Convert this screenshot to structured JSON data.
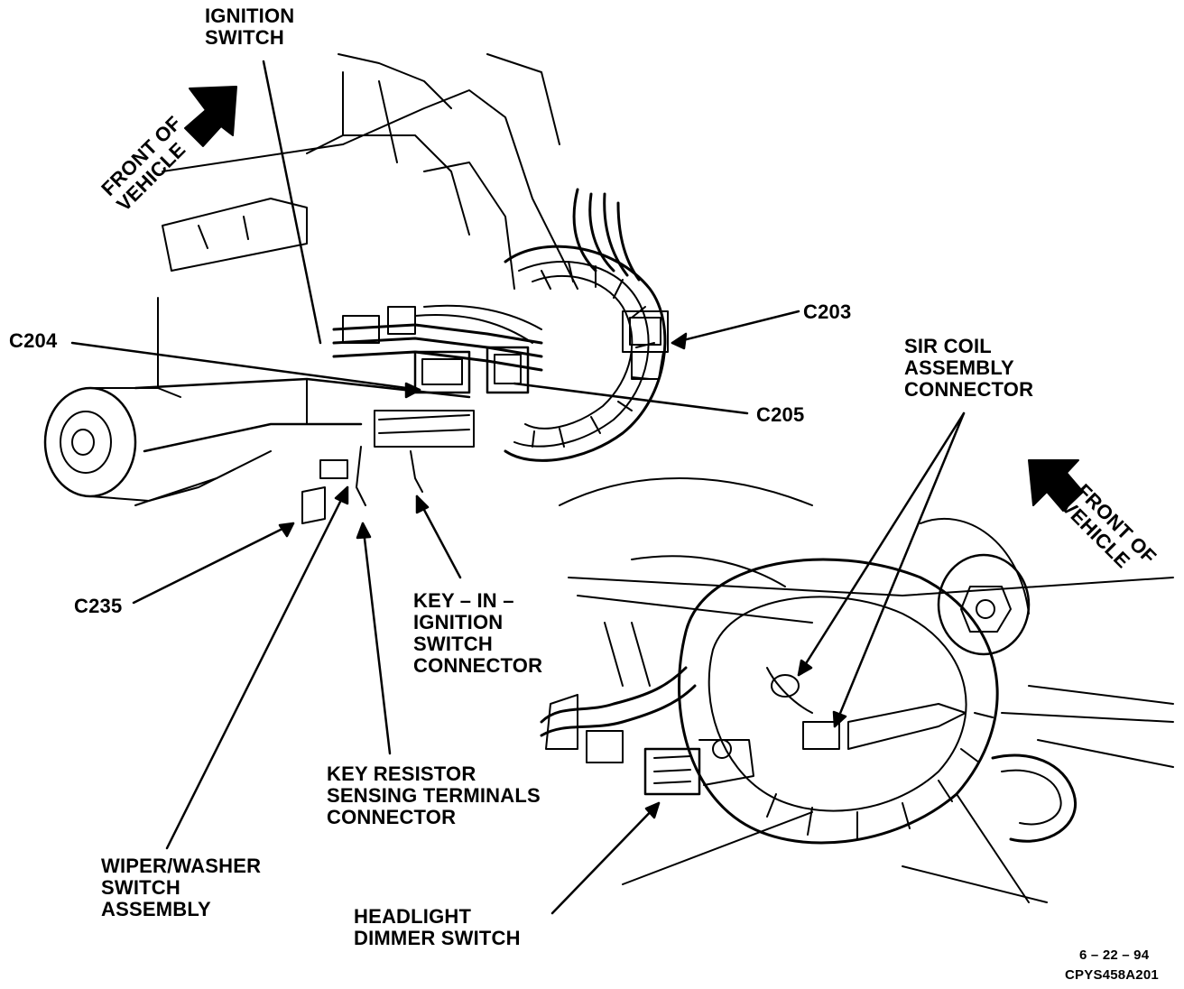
{
  "labels": {
    "ignition_switch": "IGNITION\nSWITCH",
    "front_of_vehicle_top": "FRONT OF\nVEHICLE",
    "c203": "C203",
    "c204": "C204",
    "c205": "C205",
    "c235": "C235",
    "sir_coil": "SIR COIL\nASSEMBLY\nCONNECTOR",
    "front_of_vehicle_right": "FRONT OF\nVEHICLE",
    "key_in_ignition": "KEY – IN –\nIGNITION\nSWITCH\nCONNECTOR",
    "key_resistor": "KEY RESISTOR\nSENSING TERMINALS\nCONNECTOR",
    "wiper_washer": "WIPER/WASHER\nSWITCH\nASSEMBLY",
    "headlight_dimmer": "HEADLIGHT\nDIMMER SWITCH",
    "date_code": "6 – 22 – 94",
    "figure_code": "CPYS458A201"
  },
  "colors": {
    "ink": "#000000",
    "paper": "#ffffff"
  }
}
